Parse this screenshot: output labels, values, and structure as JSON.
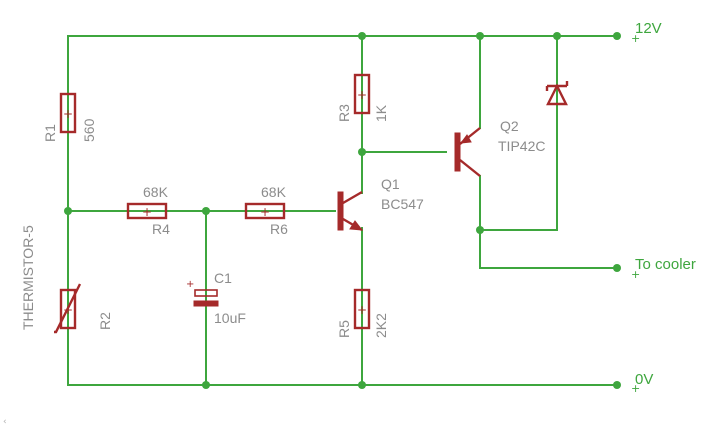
{
  "colors": {
    "wire": "#3ea63e",
    "part": "#a52a2a",
    "label": "#8c8c8c"
  },
  "nets": {
    "supply": "12V",
    "output": "To cooler",
    "ground": "0V"
  },
  "components": {
    "r1": {
      "ref": "R1",
      "value": "560"
    },
    "r2": {
      "ref": "R2",
      "value": "THERMISTOR-5"
    },
    "r3": {
      "ref": "R3",
      "value": "1K"
    },
    "r4": {
      "ref": "R4",
      "value": "68K"
    },
    "r5": {
      "ref": "R5",
      "value": "2K2"
    },
    "r6": {
      "ref": "R6",
      "value": "68K"
    },
    "c1": {
      "ref": "C1",
      "value": "10uF"
    },
    "q1": {
      "ref": "Q1",
      "value": "BC547"
    },
    "q2": {
      "ref": "Q2",
      "value": "TIP42C"
    }
  },
  "corner_mark": "‹"
}
